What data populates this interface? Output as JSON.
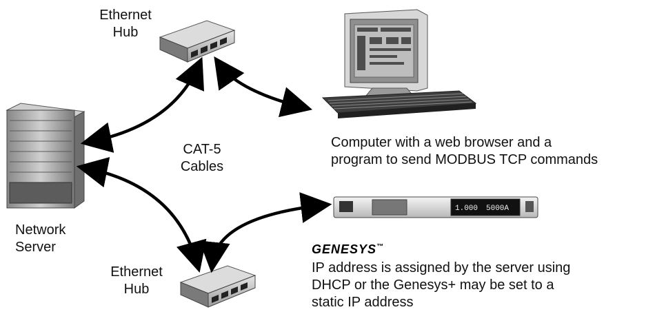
{
  "labels": {
    "hub_top": [
      "Ethernet",
      "Hub"
    ],
    "hub_bottom": [
      "Ethernet",
      "Hub"
    ],
    "server": [
      "Network",
      "Server"
    ],
    "cables": [
      "CAT-5",
      "Cables"
    ],
    "computer": [
      "Computer with a web browser and a",
      "program to send MODBUS TCP commands"
    ],
    "genesys_logo": "GENESYS",
    "genesys_tm": "™",
    "genesys_desc": [
      "IP address is assigned by the server using",
      "DHCP or the Genesys+ may be set to a",
      "static IP address"
    ],
    "psu_display": "1.000",
    "psu_display_2": "5000A"
  },
  "colors": {
    "line": "#000000",
    "device_dark": "#3a3a3a",
    "device_light": "#d9d9d9"
  },
  "icons": [
    "ethernet-hub-icon",
    "computer-monitor-icon",
    "keyboard-icon",
    "server-rack-icon",
    "power-supply-icon",
    "double-arrow-icon"
  ]
}
